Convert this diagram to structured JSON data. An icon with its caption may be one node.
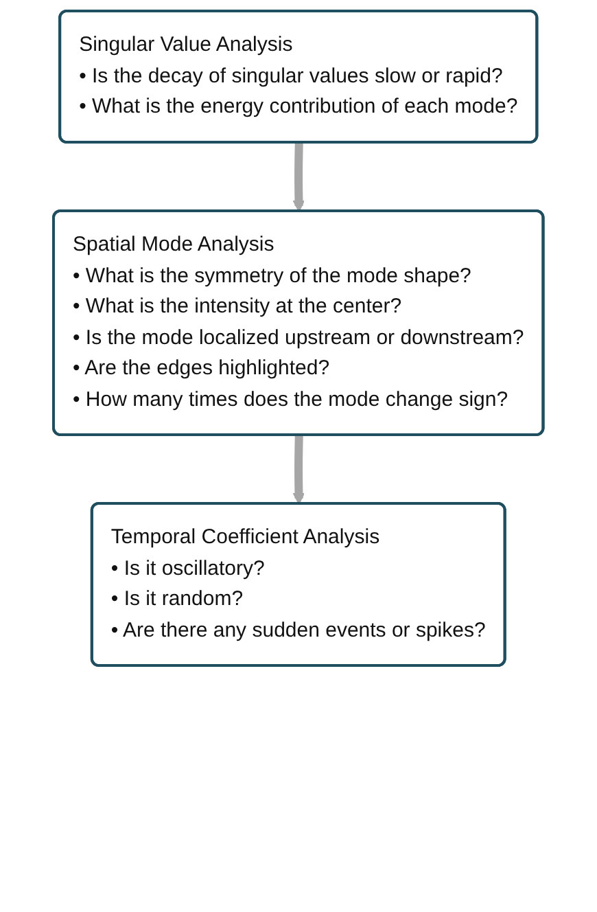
{
  "diagram": {
    "nodes": [
      {
        "text": [
          "Singular Value Analysis",
          "• Is the decay of singular values slow or rapid?",
          "• What is the energy contribution of each mode?"
        ]
      },
      {
        "text": [
          "Spatial Mode Analysis",
          "• What is the symmetry of the mode shape?",
          "• What is the intensity at the center?",
          "• Is the mode localized upstream or downstream?",
          "• Are the edges highlighted?",
          "• How many times does the mode change sign?"
        ]
      },
      {
        "text": [
          "Temporal Coefficient Analysis",
          "• Is it oscillatory?",
          "• Is it random?",
          "• Are there any sudden events or spikes?"
        ]
      }
    ],
    "edges": [
      {
        "from": 0,
        "to": 1,
        "arrow": "to"
      },
      {
        "from": 1,
        "to": 2,
        "arrow": "to"
      }
    ]
  }
}
